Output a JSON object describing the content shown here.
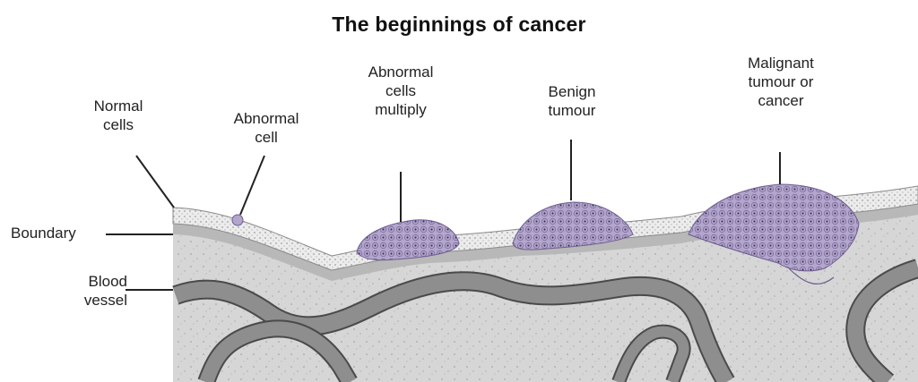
{
  "title": "The beginnings of cancer",
  "labels": {
    "normal_cells": [
      "Normal",
      "cells"
    ],
    "abnormal_cell": [
      "Abnormal",
      "cell"
    ],
    "abnormal_cells_multiply": [
      "Abnormal",
      "cells",
      "multiply"
    ],
    "benign_tumour": [
      "Benign",
      "tumour"
    ],
    "malignant_tumour": [
      "Malignant",
      "tumour or",
      "cancer"
    ],
    "boundary": "Boundary",
    "blood_vessel": [
      "Blood",
      "vessel"
    ]
  },
  "colors": {
    "tissue": "#d9d9d9",
    "boundary_layer": "#bfbfbf",
    "cell_layer": "#eeeeee",
    "tumour": "#a99ac2",
    "vessel": "#8e8e8e",
    "vessel_wall": "#4a4a4a"
  }
}
